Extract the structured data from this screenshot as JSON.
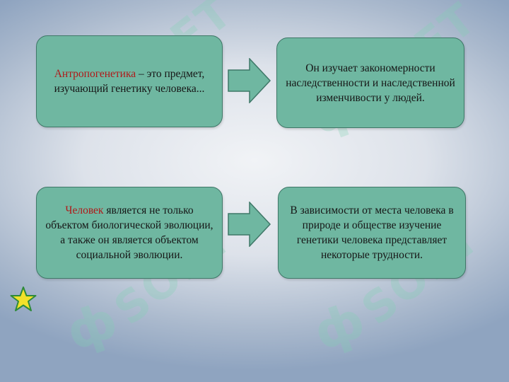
{
  "boxes": {
    "top_left": {
      "highlight": "Антропогенетика",
      "rest": " – это предмет, изучающий генетику человека..."
    },
    "top_right": {
      "text": "Он изучает закономерности наследственности и наследственной изменчивости у людей."
    },
    "bottom_left": {
      "highlight": "Человек",
      "rest": " является не только объектом биологической эволюции, а также он является объектом социальной эволюции."
    },
    "bottom_right": {
      "text": "В зависимости от места человека в природе и обществе изучение генетики человека представляет некоторые трудности."
    }
  },
  "watermark": {
    "text": "SOFT",
    "glyph": "ф"
  },
  "colors": {
    "box_fill": "#6fb7a1",
    "box_border": "#3f7868",
    "highlight_text": "#b01818",
    "arrow_fill": "#6fb7a1",
    "star_fill": "#f2e12a",
    "star_stroke": "#2e8a3a"
  },
  "icons": {
    "connector": "right-arrow-icon",
    "decoration": "star-icon"
  }
}
